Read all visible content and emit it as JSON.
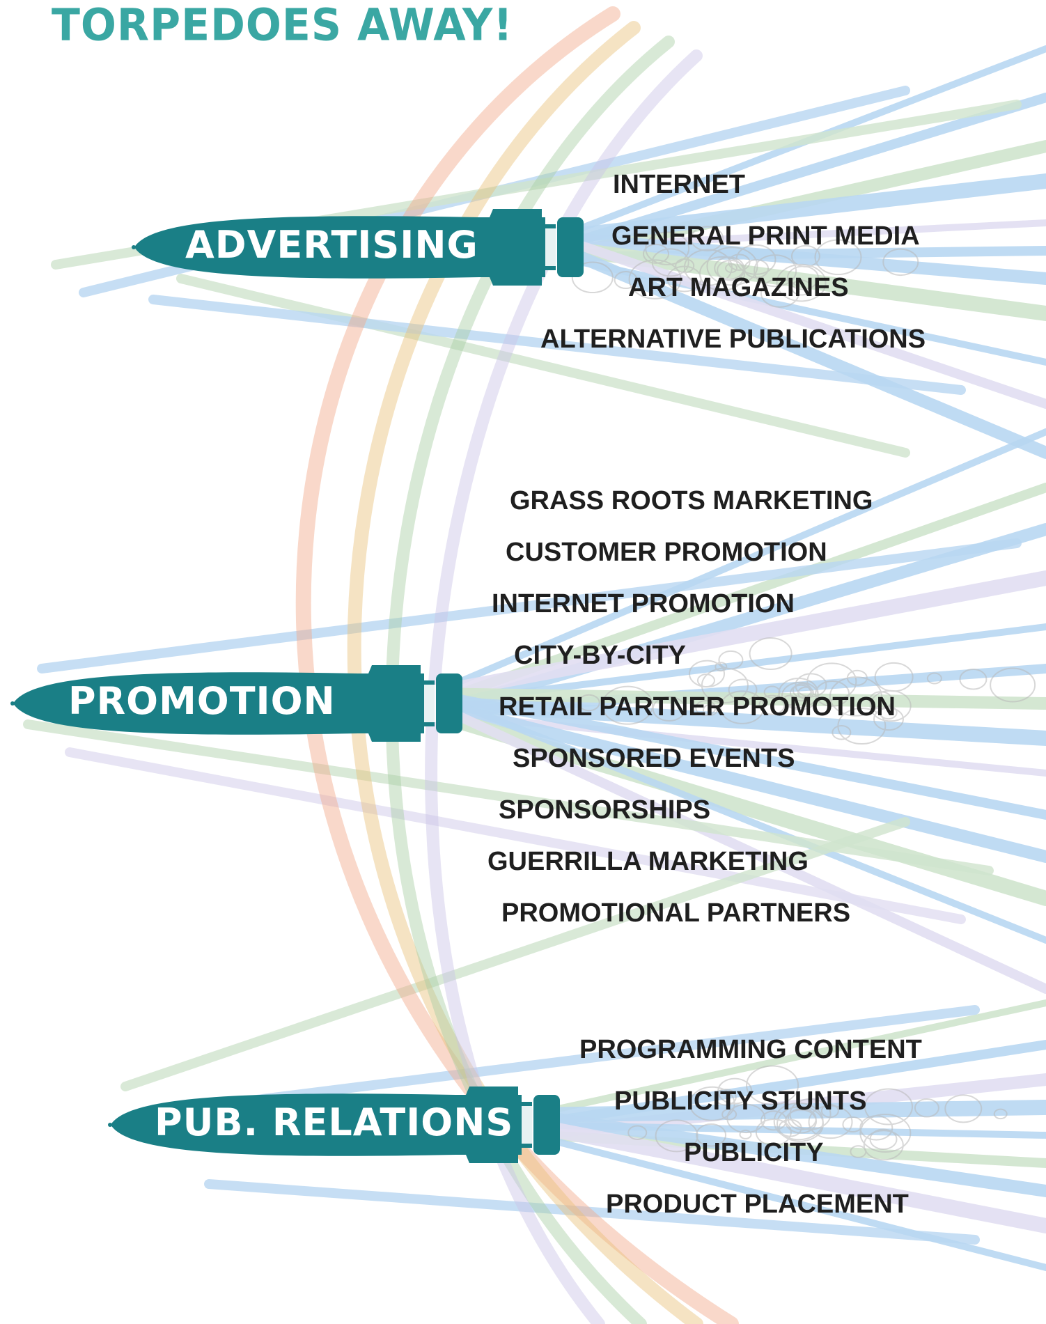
{
  "title": "TORPEDOES AWAY!",
  "colors": {
    "torpedo": "#1a7f86",
    "title": "#3aa7a3",
    "text": "#1f1f1f",
    "streak_blue": "#7fb6e6",
    "streak_green": "#a9cfa5",
    "arc_orange": "#f1a98a",
    "arc_yellow": "#e8c27a"
  },
  "groups": [
    {
      "label": "ADVERTISING",
      "items": [
        "INTERNET",
        "GENERAL PRINT MEDIA",
        "ART MAGAZINES",
        "ALTERNATIVE PUBLICATIONS"
      ]
    },
    {
      "label": "PROMOTION",
      "items": [
        "GRASS ROOTS MARKETING",
        "CUSTOMER PROMOTION",
        "INTERNET PROMOTION",
        "CITY-BY-CITY",
        "RETAIL PARTNER PROMOTION",
        "SPONSORED EVENTS",
        "SPONSORSHIPS",
        "GUERRILLA MARKETING",
        "PROMOTIONAL PARTNERS"
      ]
    },
    {
      "label": "PUB. RELATIONS",
      "items": [
        "PROGRAMMING CONTENT",
        "PUBLICITY STUNTS",
        "PUBLICITY",
        "PRODUCT PLACEMENT"
      ]
    }
  ]
}
